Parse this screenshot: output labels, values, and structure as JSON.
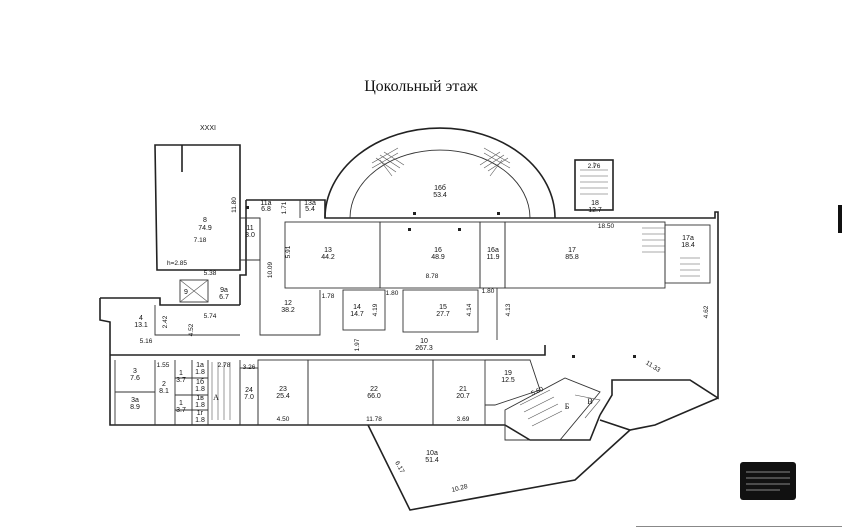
{
  "title": "Цокольный этаж",
  "labels": {
    "axis": "XXXI",
    "r8_num": "8",
    "r8_area": "74.9",
    "r8_dim": "7.18",
    "r8_h": "h=2.85",
    "r8_side": "11.80",
    "r_538": "5.38",
    "r9": "9",
    "r9a_num": "9a",
    "r9a_area": "6.7",
    "r11_num": "11",
    "r11_area": "3.0",
    "r11a_num": "11a",
    "r11a_area": "6.8",
    "d171": "1.71",
    "r13a_num": "13a",
    "r13a_area": "5.4",
    "r13_num": "13",
    "r13_area": "44.2",
    "d591": "5.91",
    "d1009": "10.09",
    "r16b_num": "16б",
    "r16b_area": "53.4",
    "r16_num": "16",
    "r16_area": "48.9",
    "d878": "8.78",
    "r16a_num": "16a",
    "r16a_area": "11.9",
    "r17_num": "17",
    "r17_area": "85.8",
    "r17a_num": "17a",
    "r17a_area": "18.4",
    "stair_dim": "2.76",
    "r18_num": "18",
    "r18_area": "12.7",
    "d1850": "18.50",
    "r12_num": "12",
    "r12_area": "38.2",
    "d178": "1.78",
    "r14_num": "14",
    "r14_area": "14.7",
    "d419": "4.19",
    "r15_num": "15",
    "r15_area": "27.7",
    "d414": "4.14",
    "d180a": "1.80",
    "d180b": "1.80",
    "d413": "4.13",
    "d462": "4.62",
    "r4_num": "4",
    "r4_area": "13.1",
    "d242": "2.42",
    "d452": "4.52",
    "d574": "5.74",
    "d516": "5.16",
    "d197": "1.97",
    "r10_num": "10",
    "r10_area": "267.3",
    "r3_num": "3",
    "r3_area": "7.6",
    "r3a_num": "3a",
    "r3a_area": "8.9",
    "d155": "1.55",
    "r2_num": "2",
    "r2_area": "8.1",
    "r1_num": "1",
    "r1_area": "3.7",
    "r1a_num": "1a",
    "r1a_area": "1.8",
    "r1b_num": "1б",
    "r1b_area": "1.8",
    "r1v_num": "1в",
    "r1v_area": "1.8",
    "r1g_num": "1г",
    "r1g_area": "1.8",
    "r1e_num": "1",
    "r1e_area": "3.7",
    "d278": "2.78",
    "lblA": "A",
    "d326": "3.26",
    "r24_num": "24",
    "r24_area": "7.0",
    "r23_num": "23",
    "r23_area": "25.4",
    "d450": "4.50",
    "r22_num": "22",
    "r22_area": "66.0",
    "d1178": "11.78",
    "r21_num": "21",
    "r21_area": "20.7",
    "d369": "3.69",
    "r19_num": "19",
    "r19_area": "12.5",
    "d560": "5.60",
    "d1133": "11.33",
    "lblB": "Б",
    "lblV": "В",
    "r10a_num": "10a",
    "r10a_area": "51.4",
    "d617": "6.17",
    "d1028": "10.28"
  }
}
